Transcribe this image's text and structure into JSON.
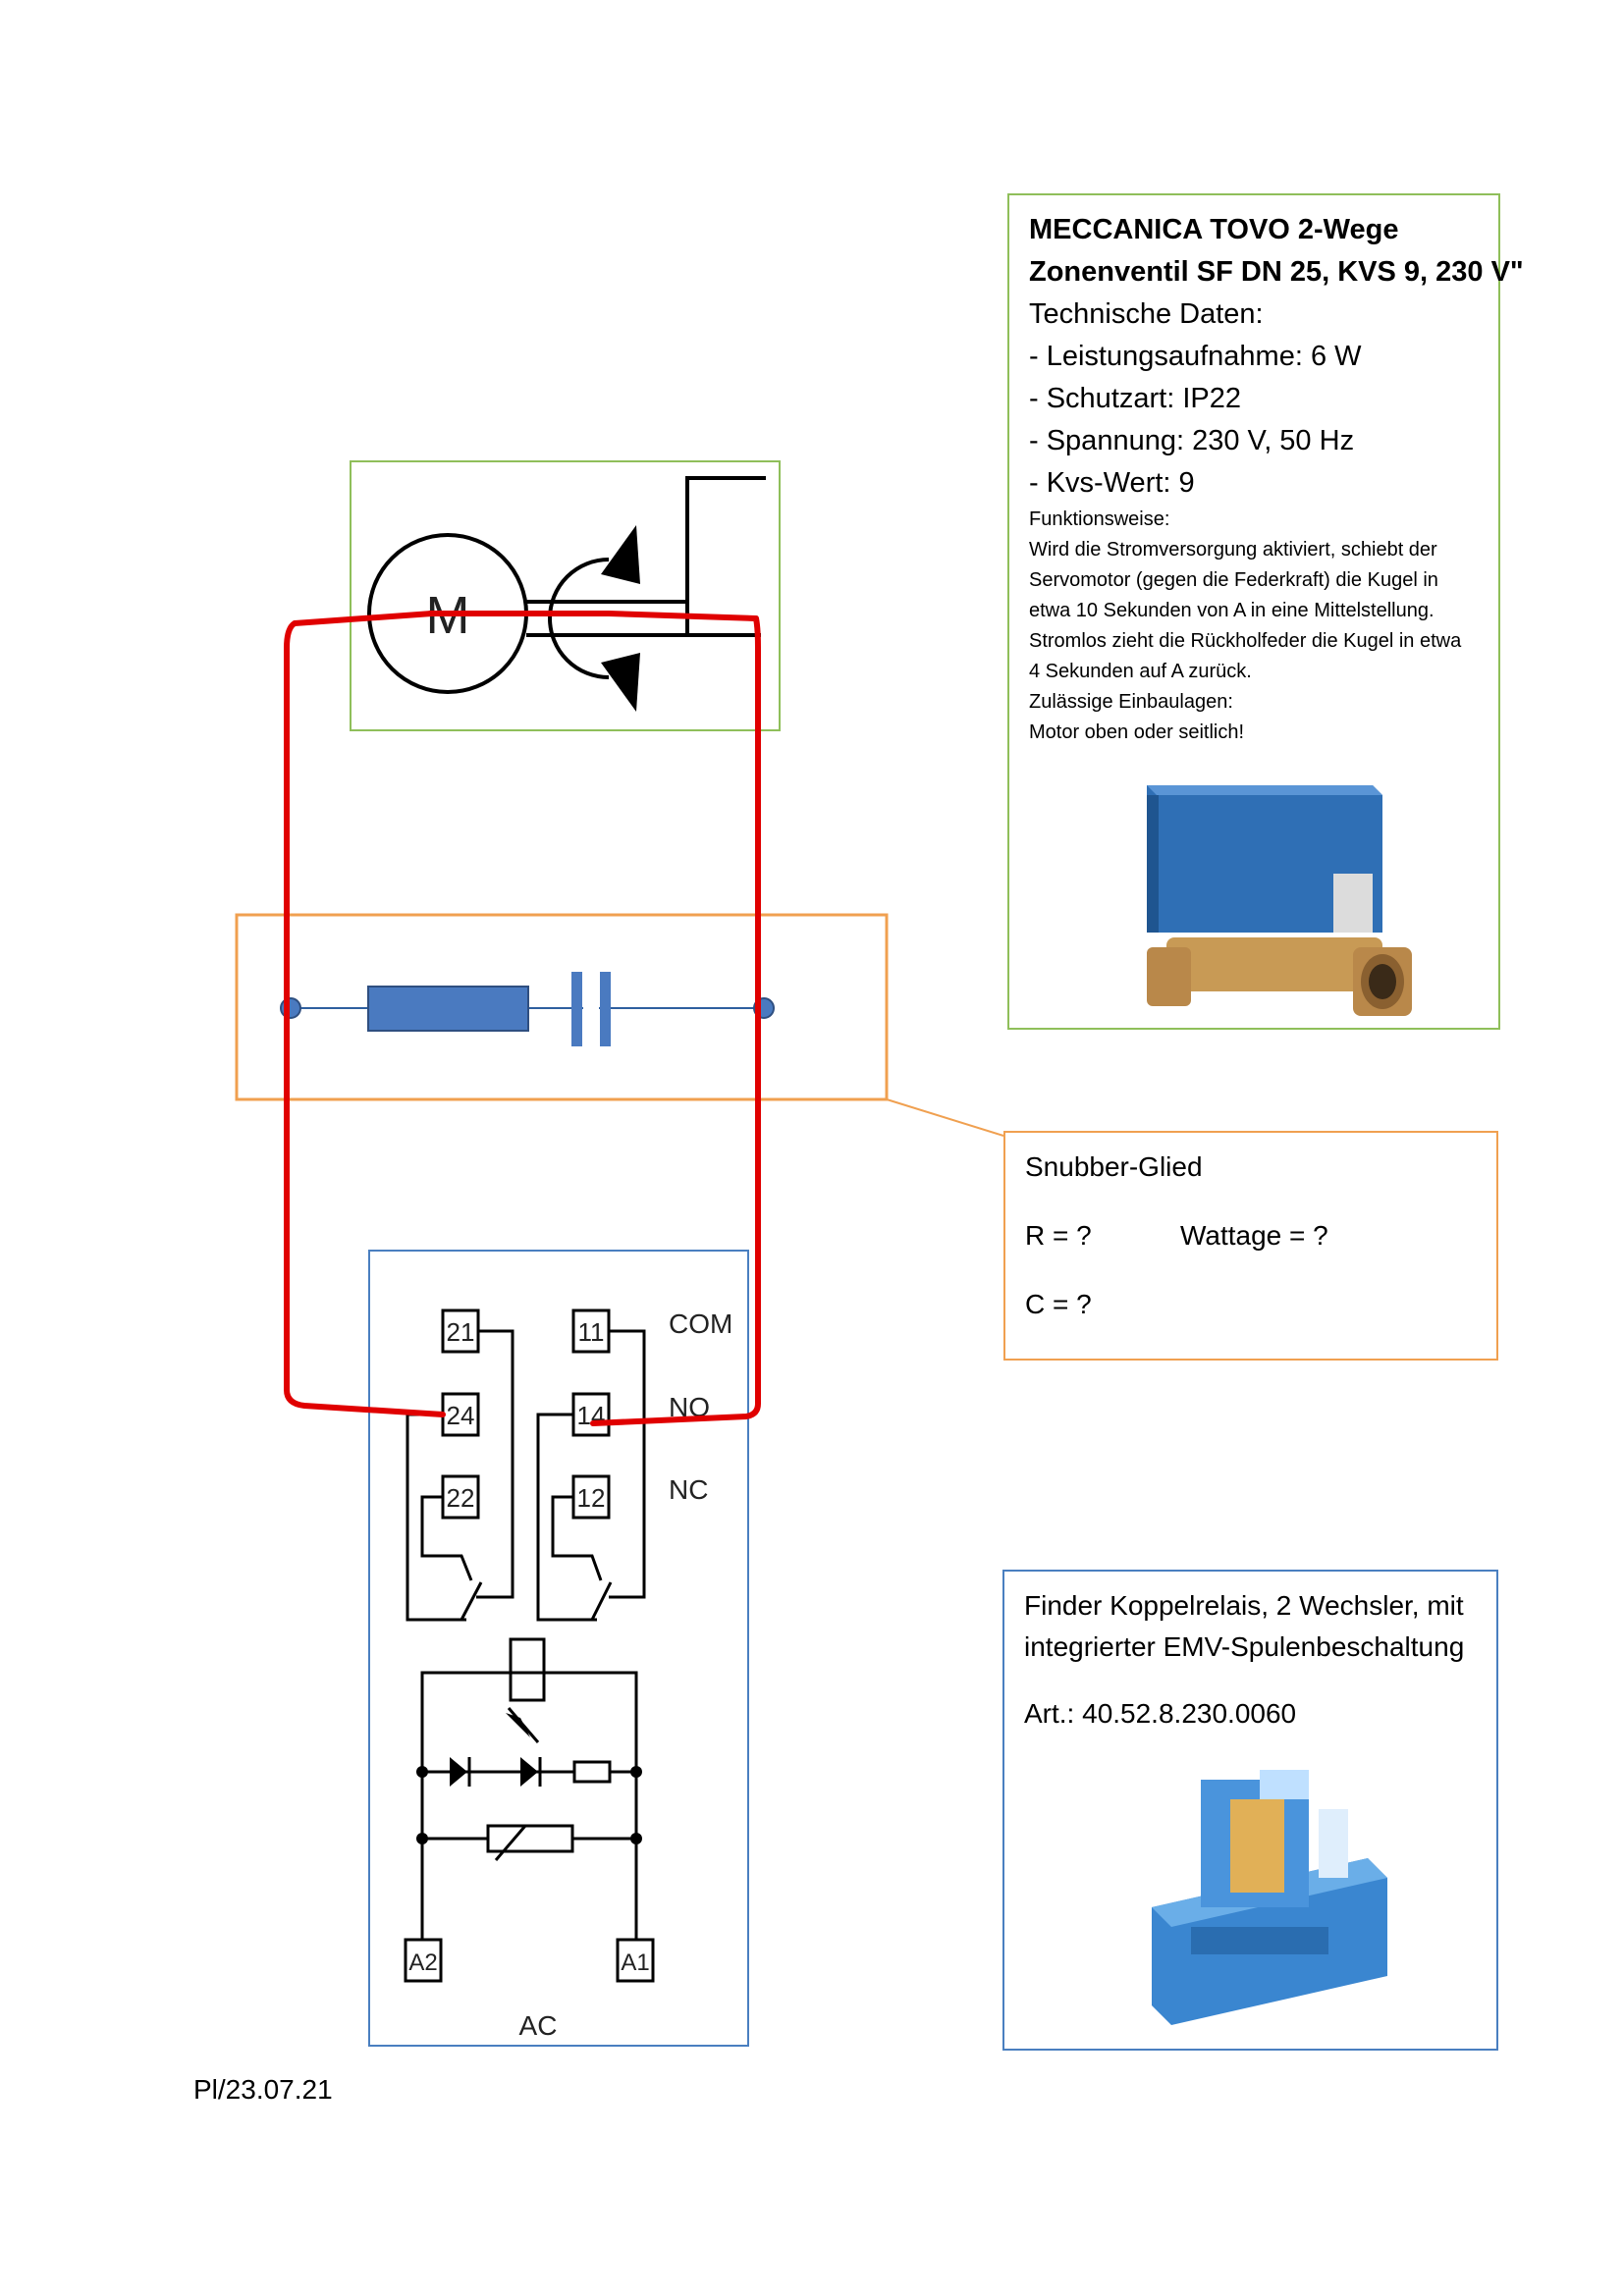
{
  "motor": {
    "label": "M"
  },
  "relay": {
    "terminals": {
      "t21": "21",
      "t24": "24",
      "t22": "22",
      "t11": "11",
      "t14": "14",
      "t12": "12",
      "a2": "A2",
      "a1": "A1"
    },
    "contact_labels": {
      "com": "COM",
      "no": "NO",
      "nc": "NC"
    },
    "supply_label": "AC"
  },
  "valve_info": {
    "title_line1": "MECCANICA TOVO 2-Wege",
    "title_line2": "Zonenventil SF DN 25, KVS 9, 230 V\"",
    "specs_heading": "Technische Daten:",
    "specs": [
      "- Leistungsaufnahme: 6 W",
      "- Schutzart: IP22",
      "- Spannung: 230 V, 50 Hz",
      "- Kvs-Wert: 9"
    ],
    "function_heading": "Funktionsweise:",
    "function_lines": [
      "Wird die Stromversorgung aktiviert, schiebt der",
      "Servomotor (gegen die Federkraft) die Kugel in",
      "etwa 10 Sekunden von A in eine Mittelstellung.",
      "Stromlos zieht die Rückholfeder die Kugel in etwa",
      "4 Sekunden auf A zurück.",
      "Zulässige Einbaulagen:",
      "Motor oben oder seitlich!"
    ]
  },
  "snubber_info": {
    "title": "Snubber-Glied",
    "r_label": "R = ?",
    "wattage_label": "Wattage = ?",
    "c_label": "C = ?"
  },
  "relay_info": {
    "line1": "Finder Koppelrelais, 2 Wechsler, mit",
    "line2": "integrierter EMV-Spulenbeschaltung",
    "article": "Art.: 40.52.8.230.0060"
  },
  "footer": {
    "text": "Pl/23.07.21"
  },
  "colors": {
    "wire_red": "#e00000",
    "green_box": "#8fbf5a",
    "orange_box": "#f0a050",
    "blue_box": "#4a7fc0",
    "component_blue": "#4a7ac0"
  }
}
